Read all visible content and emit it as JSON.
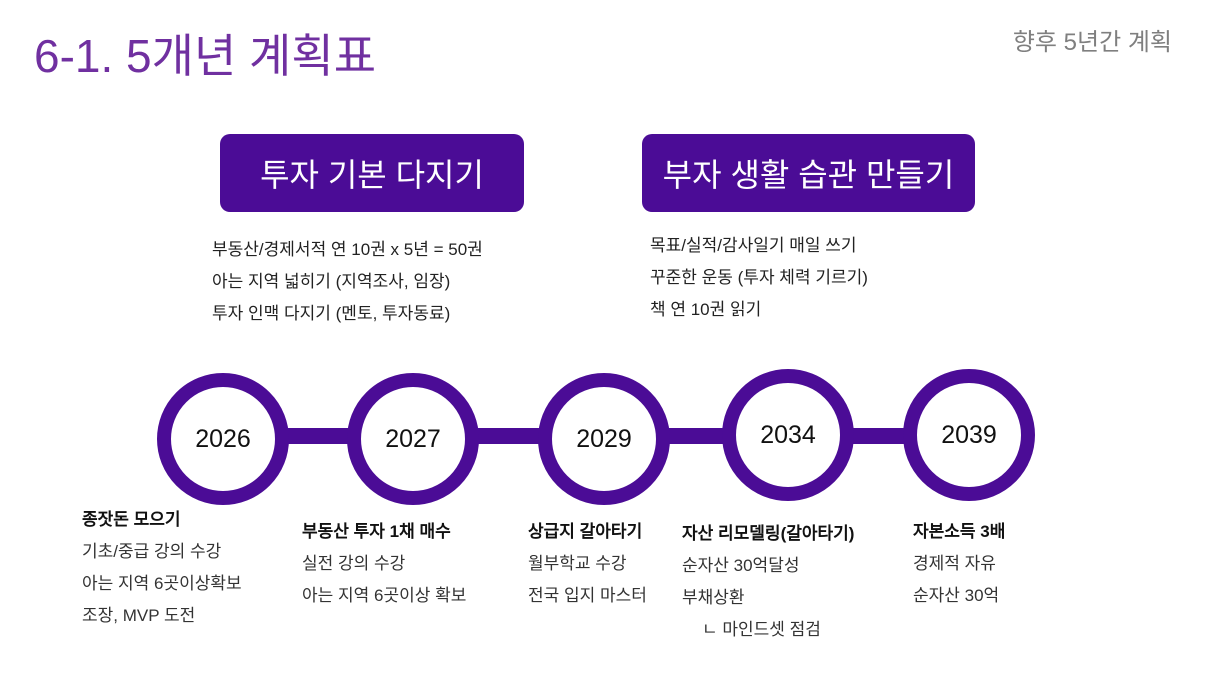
{
  "title": "6-1. 5개년 계획표",
  "subtitle": "향후 5년간 계획",
  "phases": [
    {
      "label": "투자 기본 다지기",
      "goals": [
        "부동산/경제서적 연 10권 x 5년 = 50권",
        "아는 지역 넓히기 (지역조사, 임장)",
        "투자 인맥 다지기 (멘토, 투자동료)"
      ]
    },
    {
      "label": "부자 생활 습관 만들기",
      "goals": [
        "목표/실적/감사일기 매일 쓰기",
        "꾸준한 운동 (투자 체력 기르기)",
        "책 연 10권 읽기"
      ]
    }
  ],
  "milestones": [
    {
      "year": "2026",
      "heading": "종잣돈 모으기",
      "items": [
        "기초/중급 강의 수강",
        "아는 지역 6곳이상확보",
        "조장, MVP 도전"
      ]
    },
    {
      "year": "2027",
      "heading": "부동산 투자 1채 매수",
      "items": [
        "실전 강의 수강",
        "아는 지역 6곳이상 확보"
      ]
    },
    {
      "year": "2029",
      "heading": "상급지 갈아타기",
      "items": [
        "월부학교 수강",
        "전국 입지 마스터"
      ]
    },
    {
      "year": "2034",
      "heading": "자산 리모델링(갈아타기)",
      "items": [
        "순자산 30억달성",
        "부채상환",
        "ㄴ 마인드셋 점검"
      ]
    },
    {
      "year": "2039",
      "heading": "자본소득 3배",
      "items": [
        "경제적 자유",
        "순자산 30억"
      ]
    }
  ]
}
